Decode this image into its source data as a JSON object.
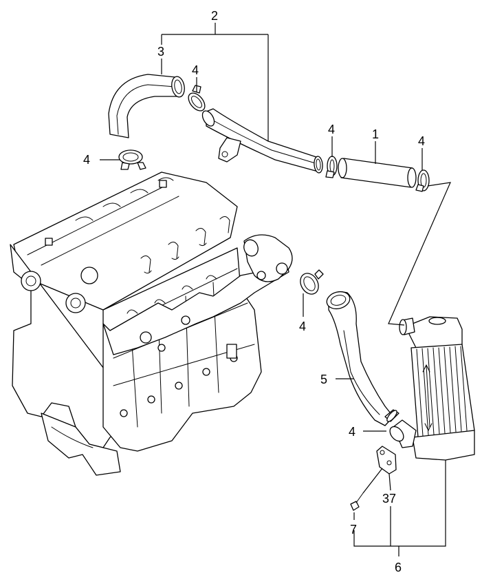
{
  "callouts": {
    "c1": "1",
    "c2": "2",
    "c3": "3",
    "c4_top_clamp": "4",
    "c4_left_clamp": "4",
    "c4_mid_clamp": "4",
    "c4_right_clamp": "4",
    "c4_engine_clamp": "4",
    "c4_lower_clamp": "4",
    "c5": "5",
    "c6": "6",
    "c7": "7",
    "c37": "37"
  }
}
